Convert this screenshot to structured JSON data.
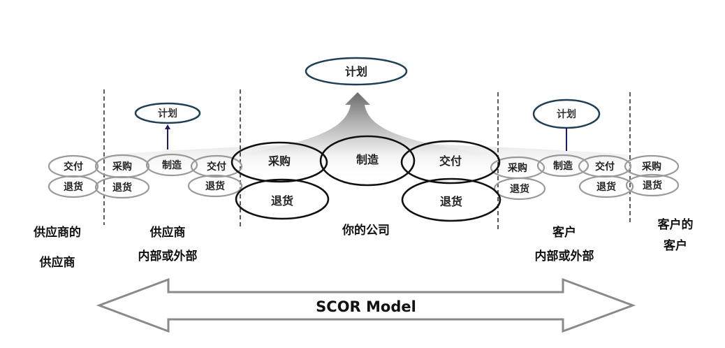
{
  "diagram": {
    "title": "SCOR Model",
    "plan_label": "计划",
    "colors": {
      "plan_stroke": "#1f3f55",
      "small_ellipse_stroke": "#9a9a9a",
      "big_ellipse_stroke": "#111111",
      "plan_arrow": "#1a1a6e",
      "hub_arrow": "#777777"
    },
    "processes": {
      "source": "采购",
      "make": "制造",
      "deliver": "交付",
      "return": "退货"
    },
    "zones": [
      {
        "id": "suppliers-supplier",
        "lines": [
          "供应商的",
          "供应商"
        ]
      },
      {
        "id": "supplier",
        "lines": [
          "供应商",
          "内部或外部"
        ]
      },
      {
        "id": "your-company",
        "lines": [
          "你的公司"
        ]
      },
      {
        "id": "customer",
        "lines": [
          "客户",
          "内部或外部"
        ]
      },
      {
        "id": "customers-customer",
        "lines": [
          "客户的",
          "客户"
        ]
      }
    ],
    "arrow_label": "SCOR Model"
  }
}
